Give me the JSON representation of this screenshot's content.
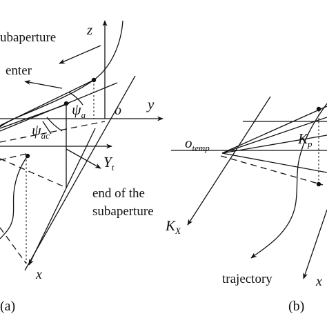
{
  "panel_a": {
    "label": "(a)",
    "z_label": "z",
    "y_label": "y",
    "o_label": "o",
    "x_label": "x",
    "psi_a_sym": "ψ",
    "psi_a_sub": "a",
    "psi_ac_sym": "ψ",
    "psi_ac_sub": "ac",
    "yt_sym": "Y",
    "yt_sub": "t",
    "kx_sym": "K",
    "kx_sub": "X",
    "subaperture_label": "ubaperture",
    "center_label": "enter",
    "end_line1": "end of the",
    "end_line2": "subaperture"
  },
  "panel_b": {
    "label": "(b)",
    "otemp_sym": "o",
    "otemp_sub": "temp",
    "kp_sym": "K",
    "kp_sub": "p",
    "trajectory_label": "trajectory",
    "x_label": "x"
  }
}
